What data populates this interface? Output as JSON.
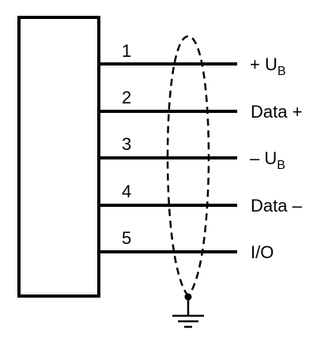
{
  "wiring": {
    "pins": [
      {
        "number": "1",
        "label": "+ U",
        "subscript": "B"
      },
      {
        "number": "2",
        "label": "Data +",
        "subscript": ""
      },
      {
        "number": "3",
        "label": "– U",
        "subscript": "B"
      },
      {
        "number": "4",
        "label": "Data –",
        "subscript": ""
      },
      {
        "number": "5",
        "label": "I/O",
        "subscript": ""
      }
    ],
    "shield": {
      "style": "dashed",
      "grounded": true
    },
    "colors": {
      "stroke": "#000000",
      "background": "#ffffff"
    }
  }
}
